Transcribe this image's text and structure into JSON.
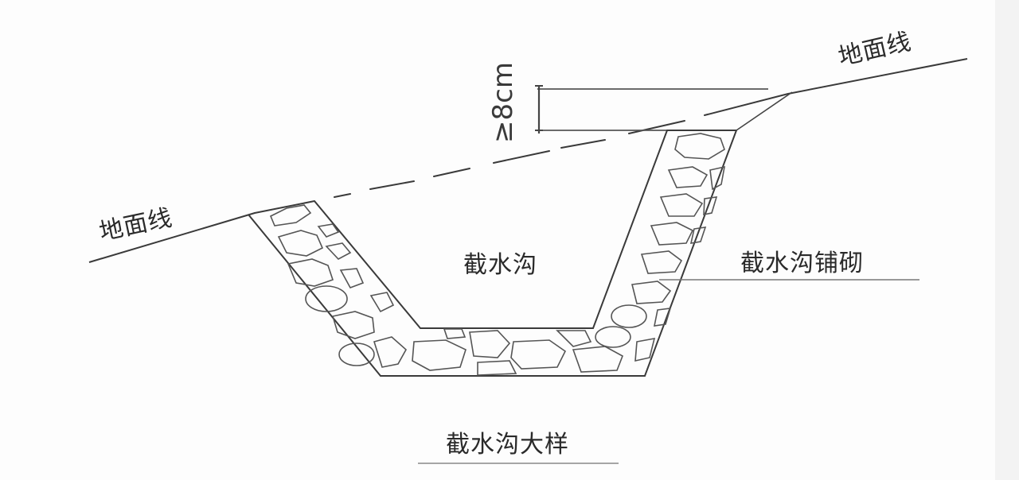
{
  "diagram": {
    "title": "截水沟大样",
    "labels": {
      "ground_line_right": "地面线",
      "ground_line_left": "地面线",
      "ditch": "截水沟",
      "ditch_lining": "截水沟铺砌",
      "dimension": "≥8cm"
    },
    "colors": {
      "background": "#fdfdfd",
      "line": "#3a3a3a",
      "stone": "#555555",
      "leader": "#777777"
    }
  }
}
